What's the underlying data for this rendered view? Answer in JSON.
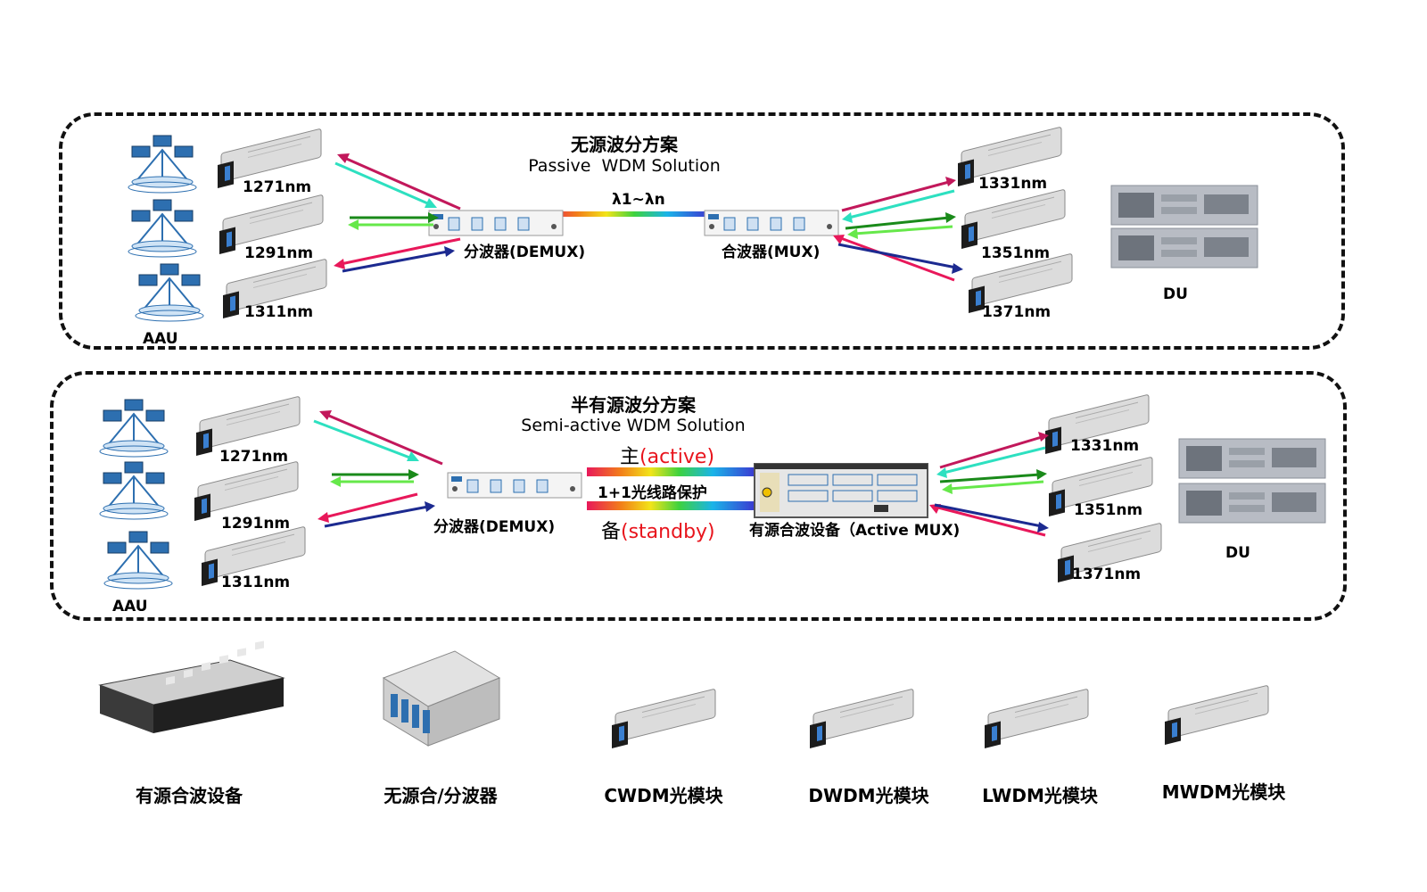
{
  "panel_top": {
    "title_cn": "无源波分方案",
    "title_en": "Passive  WDM Solution",
    "lambda_label": "λ1~λn",
    "demux_label": "分波器(DEMUX)",
    "mux_label": "合波器(MUX)",
    "left_wavelengths": [
      "1271nm",
      "1291nm",
      "1311nm"
    ],
    "right_wavelengths": [
      "1331nm",
      "1351nm",
      "1371nm"
    ],
    "aau_label": "AAU",
    "du_label": "DU"
  },
  "panel_bottom": {
    "title_cn": "半有源波分方案",
    "title_en": "Semi-active WDM Solution",
    "active_cn": "主",
    "active_en": "(active)",
    "protection_label": "1+1光线路保护",
    "standby_cn": "备",
    "standby_en": "(standby)",
    "demux_label": "分波器(DEMUX)",
    "active_mux_label": "有源合波设备（Active MUX)",
    "left_wavelengths": [
      "1271nm",
      "1291nm",
      "1311nm"
    ],
    "right_wavelengths": [
      "1331nm",
      "1351nm",
      "1371nm"
    ],
    "aau_label": "AAU",
    "du_label": "DU"
  },
  "products": [
    {
      "label": "有源合波设备",
      "icon": "rack-chassis-icon"
    },
    {
      "label": "无源合/分波器",
      "icon": "lgx-cassette-icon"
    },
    {
      "label": "CWDM光模块",
      "icon": "sfp-module-icon"
    },
    {
      "label": "DWDM光模块",
      "icon": "sfp-module-icon"
    },
    {
      "label": "LWDM光模块",
      "icon": "sfp-module-icon"
    },
    {
      "label": "MWDM光模块",
      "icon": "sfp-module-icon"
    }
  ],
  "colors": {
    "arrow_magenta": "#c2185b",
    "arrow_cyan": "#2de0c0",
    "arrow_dark_green": "#1a8a1a",
    "arrow_light_green": "#66e84a",
    "arrow_pink": "#e8185a",
    "arrow_navy": "#1c2a90",
    "accent_red": "#e8141c"
  }
}
